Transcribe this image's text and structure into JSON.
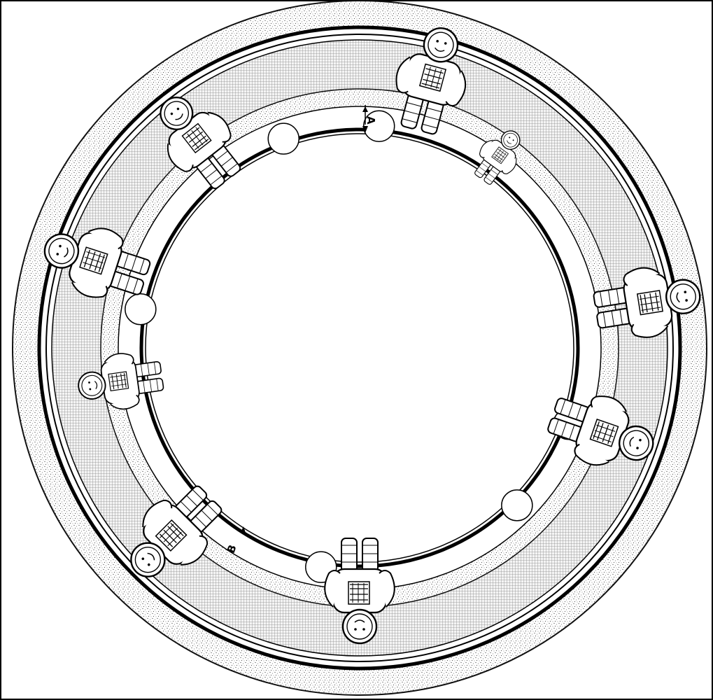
{
  "diagram": {
    "labels": {
      "point_a": "A",
      "point_b": "B"
    },
    "astronauts": [
      {
        "id": "a1",
        "pose": "standing-head-out"
      },
      {
        "id": "a2",
        "pose": "walking"
      },
      {
        "id": "a3",
        "pose": "walking"
      },
      {
        "id": "a4",
        "pose": "small-face"
      },
      {
        "id": "a5",
        "pose": "standing-head-out"
      },
      {
        "id": "a6",
        "pose": "arms-out"
      },
      {
        "id": "a7",
        "pose": "standing-head-out"
      },
      {
        "id": "a8",
        "pose": "walking"
      },
      {
        "id": "a9",
        "pose": "small-face"
      }
    ]
  }
}
